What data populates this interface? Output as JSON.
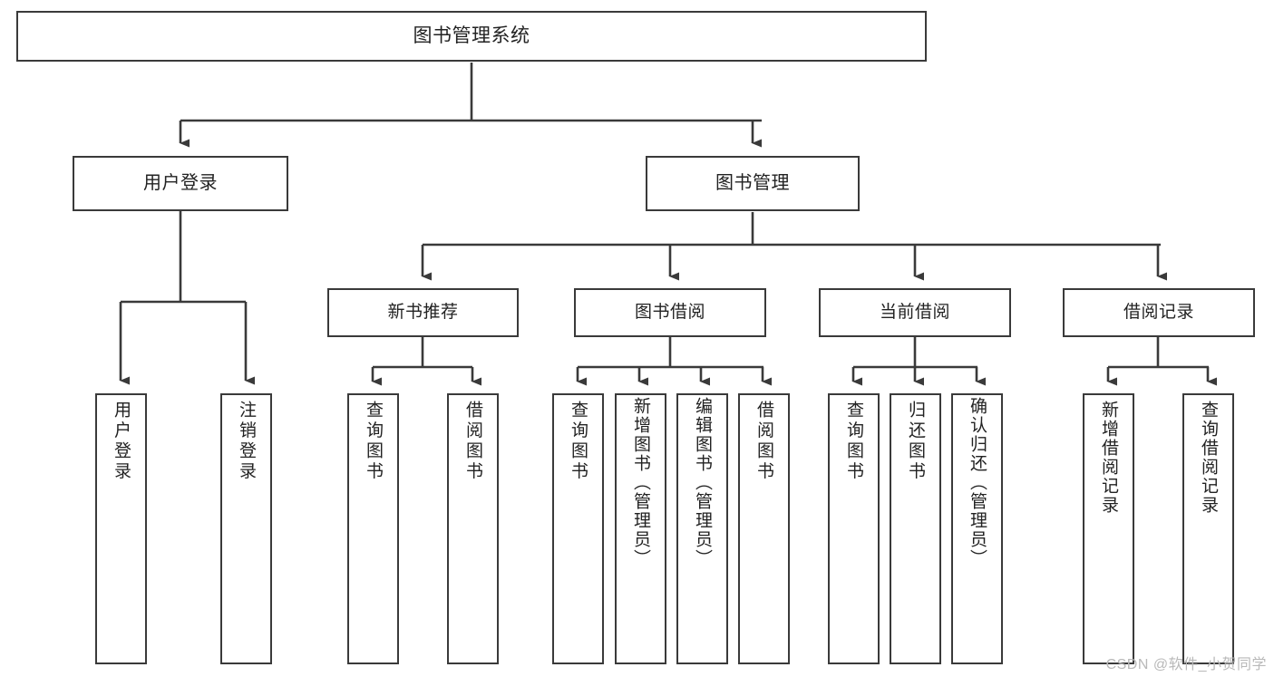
{
  "diagram": {
    "title": "图书管理系统",
    "type": "function-structure-tree",
    "stroke_color": "#3a3a3a",
    "fill_color": "#ffffff",
    "text_color": "#222222",
    "watermark": "CSDN @软件_小贺同学"
  },
  "nodes": {
    "root": {
      "label": "图书管理系统"
    },
    "level1": [
      {
        "id": "user-login",
        "label": "用户登录"
      },
      {
        "id": "book-management",
        "label": "图书管理"
      }
    ],
    "level2": [
      {
        "id": "new-book-recommend",
        "label": "新书推荐"
      },
      {
        "id": "book-borrow",
        "label": "图书借阅"
      },
      {
        "id": "current-borrow",
        "label": "当前借阅"
      },
      {
        "id": "borrow-record",
        "label": "借阅记录"
      }
    ],
    "leaves": {
      "user-login": [
        {
          "id": "leaf-user-login",
          "label": "用户登录"
        },
        {
          "id": "leaf-logout-login",
          "label": "注销登录"
        }
      ],
      "new-book-recommend": [
        {
          "id": "leaf-query-book-1",
          "label": "查询图书"
        },
        {
          "id": "leaf-borrow-book-1",
          "label": "借阅图书"
        }
      ],
      "book-borrow": [
        {
          "id": "leaf-query-book-2",
          "label": "查询图书"
        },
        {
          "id": "leaf-add-book",
          "label": "新增图书（管理员）"
        },
        {
          "id": "leaf-edit-book",
          "label": "编辑图书（管理员）"
        },
        {
          "id": "leaf-borrow-book-2",
          "label": "借阅图书"
        }
      ],
      "current-borrow": [
        {
          "id": "leaf-query-book-3",
          "label": "查询图书"
        },
        {
          "id": "leaf-return-book",
          "label": "归还图书"
        },
        {
          "id": "leaf-confirm-return",
          "label": "确认归还（管理员）"
        }
      ],
      "borrow-record": [
        {
          "id": "leaf-add-record",
          "label": "新增借阅记录"
        },
        {
          "id": "leaf-query-record",
          "label": "查询借阅记录"
        }
      ]
    }
  }
}
